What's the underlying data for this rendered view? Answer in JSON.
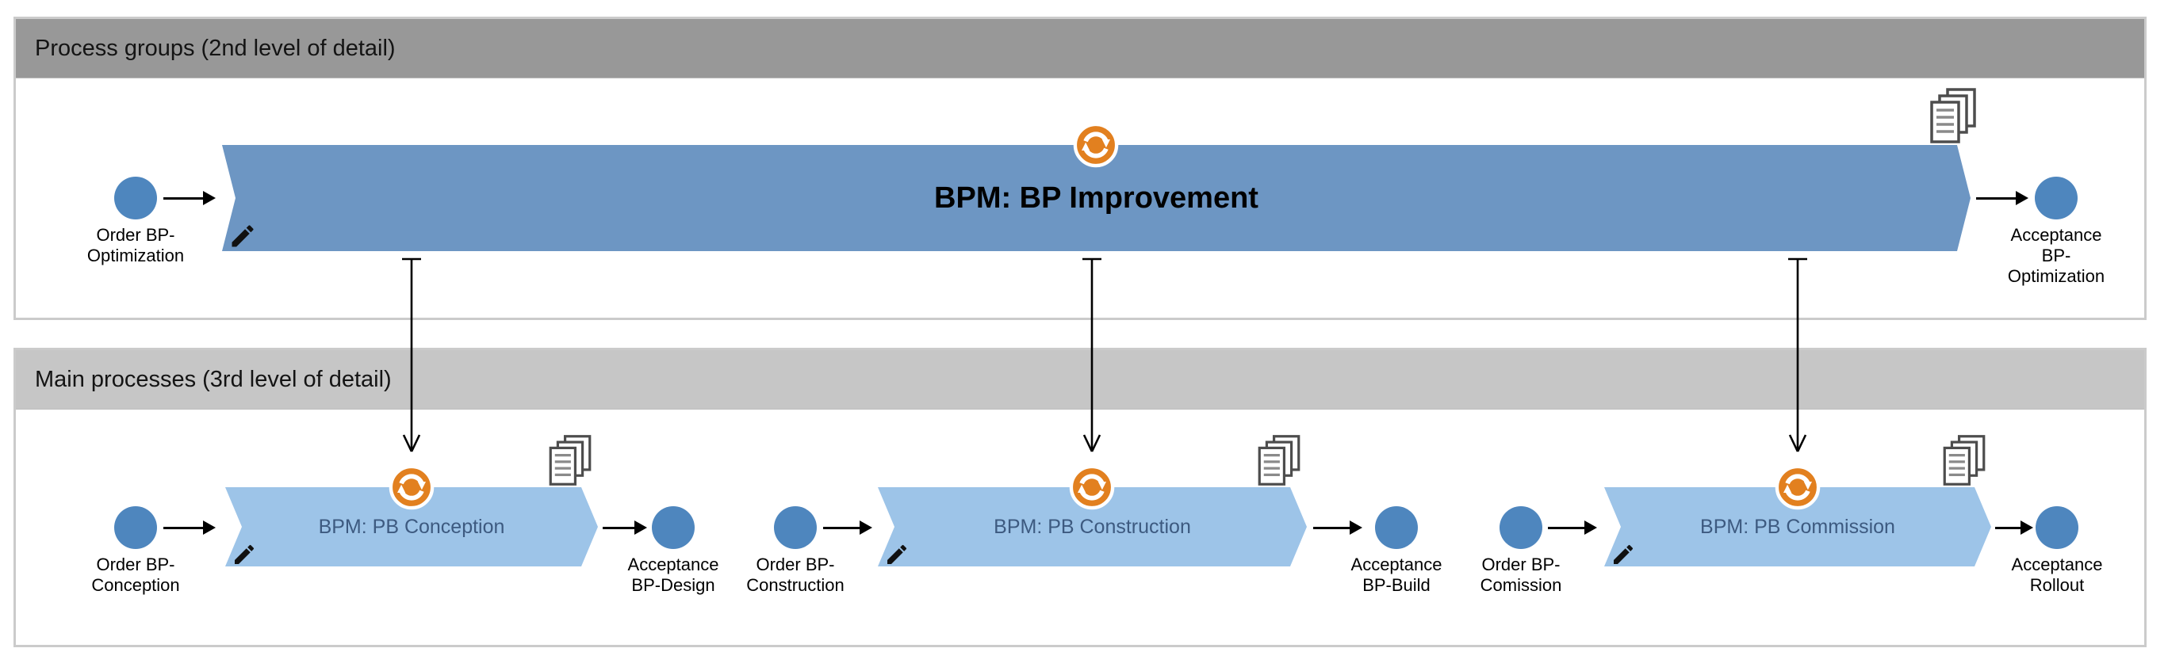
{
  "diagram": {
    "lanes": [
      {
        "title": "Process groups (2nd level of detail)"
      },
      {
        "title": "Main processes (3rd level of detail)"
      }
    ],
    "process_group": {
      "title": "BPM: BP Improvement",
      "start_event": "Order BP-\nOptimization",
      "end_event": "Acceptance\nBP-\nOptimization"
    },
    "main_processes": [
      {
        "title": "BPM: PB Conception",
        "start_event": "Order BP-\nConception",
        "end_event": "Acceptance\nBP-Design"
      },
      {
        "title": "BPM: PB Construction",
        "start_event": "Order BP-\nConstruction",
        "end_event": "Acceptance\nBP-Build"
      },
      {
        "title": "BPM: PB Commission",
        "start_event": "Order BP-\nComission",
        "end_event": "Acceptance\nRollout"
      }
    ],
    "icons": {
      "refresh": "refresh-loop-icon",
      "documents": "documents-stack-icon",
      "pencil": "edit-pencil-icon"
    },
    "colors": {
      "process_group_fill": "#6D96C3",
      "main_process_fill": "#9DC4E8",
      "event_fill": "#4E86BE",
      "refresh_icon_orange": "#E2801F",
      "lane1_header_gray": "#989898",
      "lane2_header_gray": "#C6C6C6",
      "main_process_title_text": "#3D5A80",
      "lane_border": "#CBCBCB"
    }
  }
}
